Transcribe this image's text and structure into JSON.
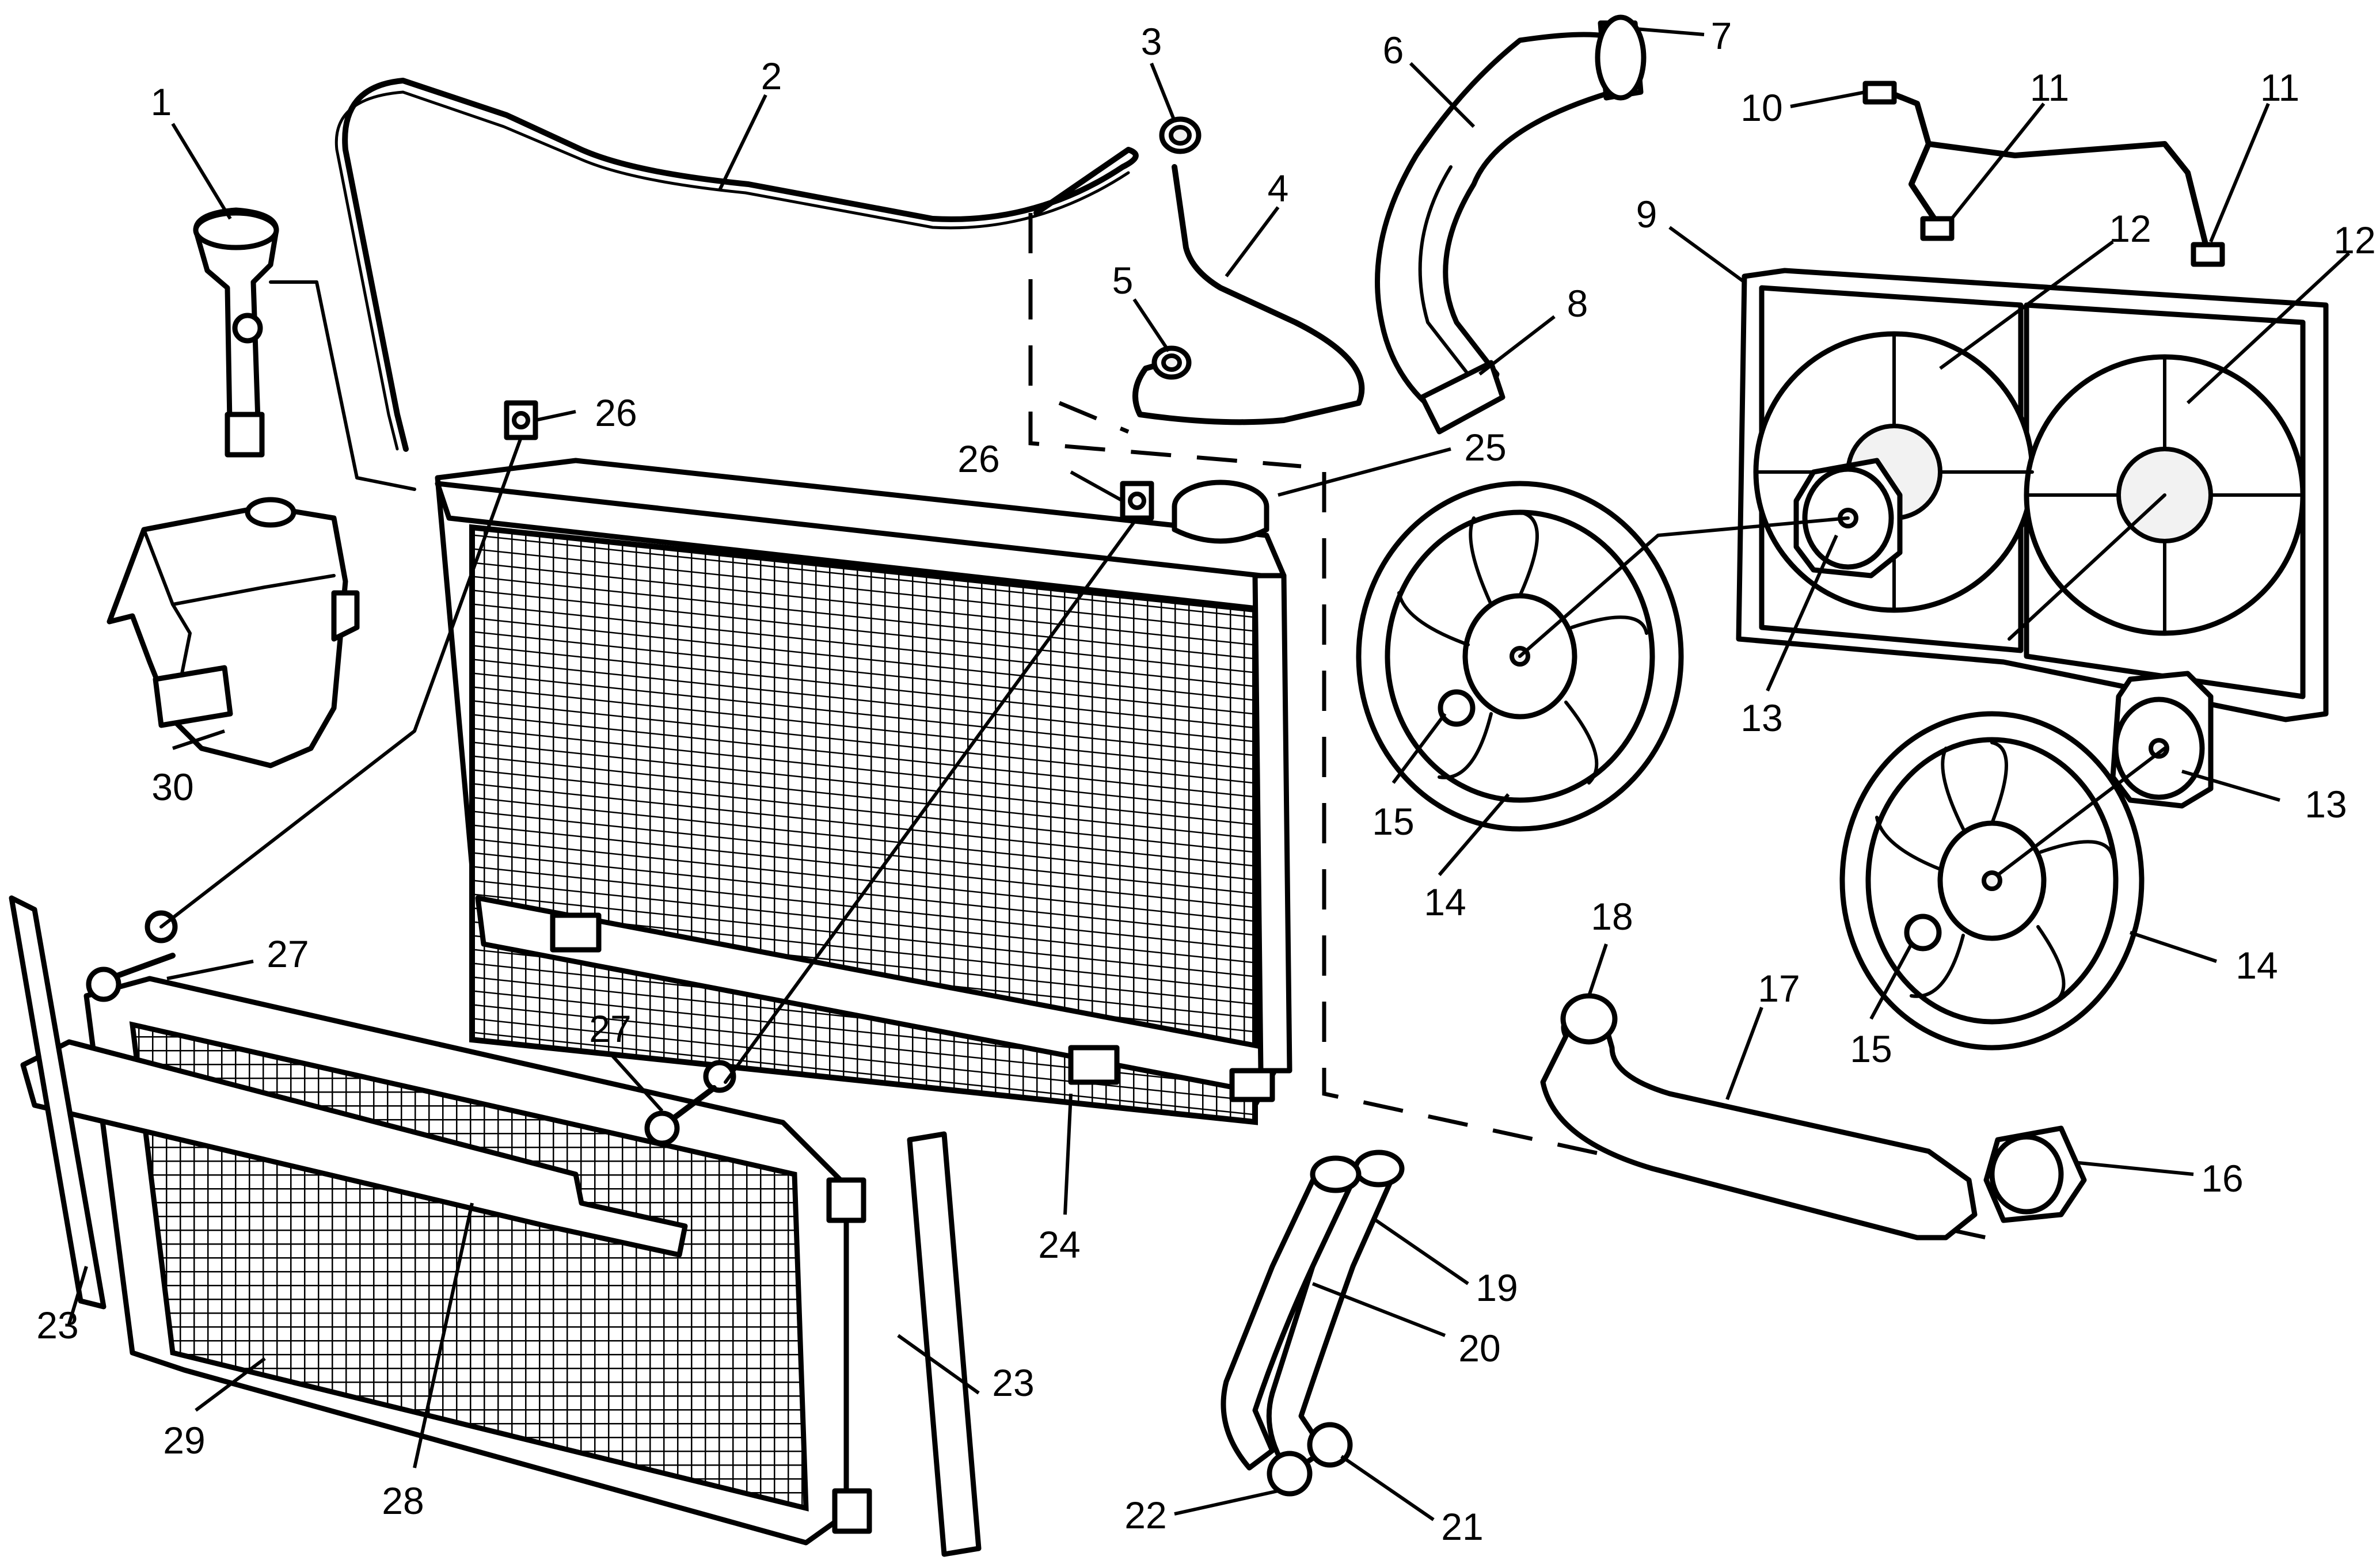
{
  "callouts": [
    {
      "id": "c1",
      "text": "1"
    },
    {
      "id": "c2",
      "text": "2"
    },
    {
      "id": "c3",
      "text": "3"
    },
    {
      "id": "c4",
      "text": "4"
    },
    {
      "id": "c5",
      "text": "5"
    },
    {
      "id": "c6",
      "text": "6"
    },
    {
      "id": "c7",
      "text": "7"
    },
    {
      "id": "c8",
      "text": "8"
    },
    {
      "id": "c9",
      "text": "9"
    },
    {
      "id": "c10",
      "text": "10"
    },
    {
      "id": "c11a",
      "text": "11"
    },
    {
      "id": "c11b",
      "text": "11"
    },
    {
      "id": "c12a",
      "text": "12"
    },
    {
      "id": "c12b",
      "text": "12"
    },
    {
      "id": "c13a",
      "text": "13"
    },
    {
      "id": "c13b",
      "text": "13"
    },
    {
      "id": "c14a",
      "text": "14"
    },
    {
      "id": "c14b",
      "text": "14"
    },
    {
      "id": "c15a",
      "text": "15"
    },
    {
      "id": "c15b",
      "text": "15"
    },
    {
      "id": "c16",
      "text": "16"
    },
    {
      "id": "c17",
      "text": "17"
    },
    {
      "id": "c18",
      "text": "18"
    },
    {
      "id": "c19",
      "text": "19"
    },
    {
      "id": "c20",
      "text": "20"
    },
    {
      "id": "c21",
      "text": "21"
    },
    {
      "id": "c22",
      "text": "22"
    },
    {
      "id": "c23a",
      "text": "23"
    },
    {
      "id": "c23b",
      "text": "23"
    },
    {
      "id": "c24",
      "text": "24"
    },
    {
      "id": "c25",
      "text": "25"
    },
    {
      "id": "c26a",
      "text": "26"
    },
    {
      "id": "c26b",
      "text": "26"
    },
    {
      "id": "c27a",
      "text": "27"
    },
    {
      "id": "c27b",
      "text": "27"
    },
    {
      "id": "c28",
      "text": "28"
    },
    {
      "id": "c29",
      "text": "29"
    },
    {
      "id": "c30",
      "text": "30"
    }
  ]
}
